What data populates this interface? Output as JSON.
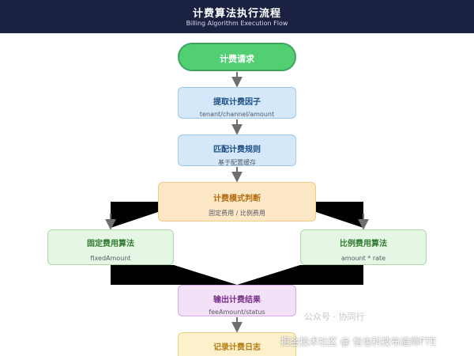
{
  "header": {
    "title": "计费算法执行流程",
    "subtitle": "Billing Algorithm Execution Flow"
  },
  "nodes": {
    "start": {
      "label": "计费请求"
    },
    "extract": {
      "label": "提取计费因子",
      "sub": "tenant/channel/amount"
    },
    "match": {
      "label": "匹配计费规则",
      "sub": "基于配置缓存"
    },
    "mode": {
      "label": "计费模式判断",
      "sub": "固定费用 / 比例费用"
    },
    "fixed": {
      "label": "固定费用算法",
      "sub": "fixedAmount"
    },
    "ratio": {
      "label": "比例费用算法",
      "sub": "amount * rate"
    },
    "output": {
      "label": "输出计费结果",
      "sub": "feeAmount/status"
    },
    "log": {
      "label": "记录计费日志"
    }
  },
  "watermark": "公众号 · 协同行",
  "credit": "掘金技术社区 @ 信也科技布道师FTE",
  "colors": {
    "header_bg": "#1b2140",
    "start": "#52cf72",
    "blue": "#d4e8fa",
    "orange": "#fde8c6",
    "green": "#e6f6e4",
    "purple": "#f3e2f7",
    "yellow": "#fdf1cc",
    "arrow": "#6e6e6e"
  }
}
